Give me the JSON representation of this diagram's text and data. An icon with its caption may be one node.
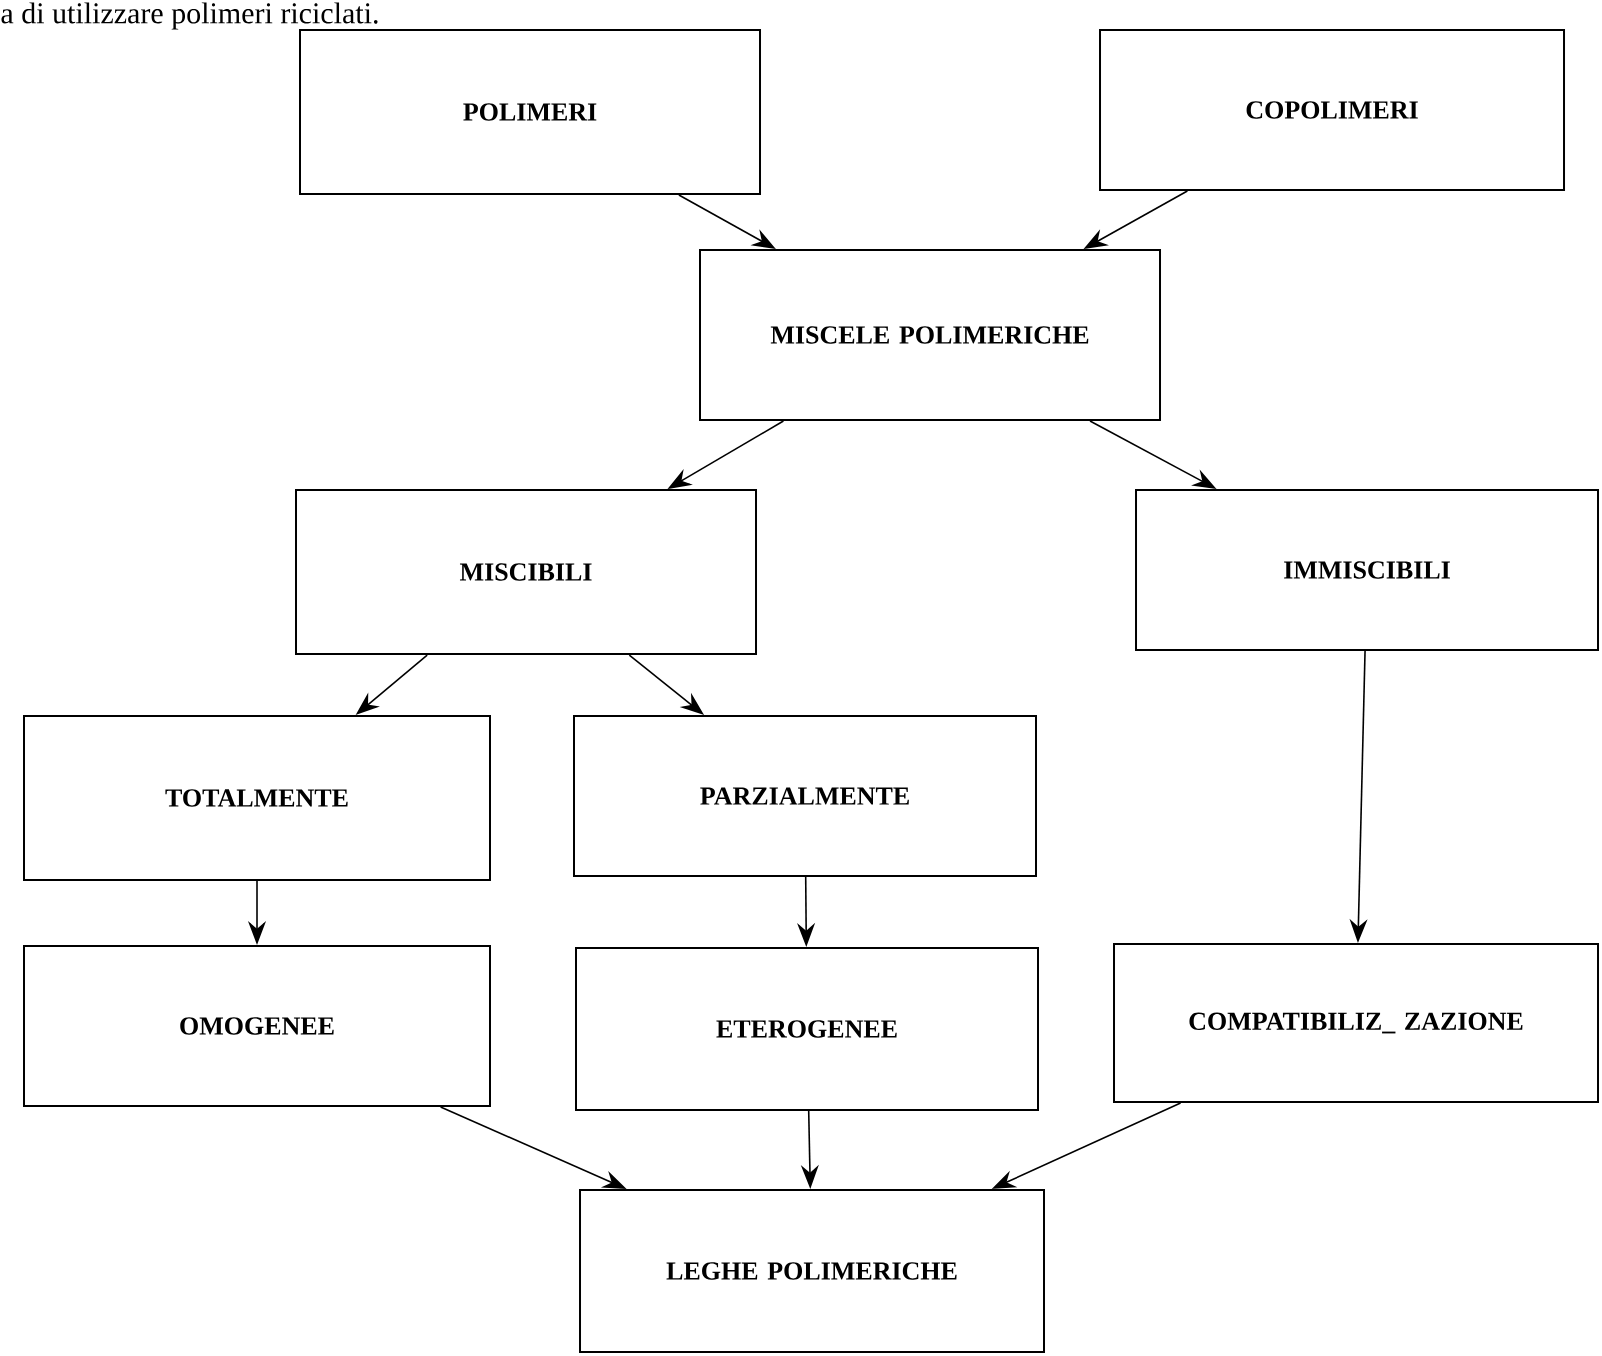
{
  "diagram": {
    "nodes": [
      {
        "text": [
          "POLIMERI"
        ]
      },
      {
        "text": [
          "COPOLIMERI"
        ]
      },
      {
        "text": [
          "MISCELE POLIMERICHE"
        ]
      },
      {
        "text": [
          "MISCIBILI"
        ]
      },
      {
        "text": [
          "IMMISCIBILI"
        ]
      },
      {
        "text": [
          "TOTALMENTE"
        ]
      },
      {
        "text": [
          "PARZIALMENTE"
        ]
      },
      {
        "text": [
          "OMOGENEE"
        ]
      },
      {
        "text": [
          "ETEROGENEE"
        ]
      },
      {
        "text": [
          "COMPATIBILIZ_ ZAZIONE"
        ]
      },
      {
        "text": [
          "LEGHE POLIMERICHE"
        ]
      }
    ],
    "edges": [
      {
        "from": 0,
        "to": 2,
        "arrow": "to"
      },
      {
        "from": 1,
        "to": 2,
        "arrow": "to"
      },
      {
        "from": 2,
        "to": 3,
        "arrow": "to"
      },
      {
        "from": 2,
        "to": 4,
        "arrow": "to"
      },
      {
        "from": 3,
        "to": 5,
        "arrow": "to"
      },
      {
        "from": 3,
        "to": 6,
        "arrow": "to"
      },
      {
        "from": 4,
        "to": 9,
        "arrow": "to"
      },
      {
        "from": 5,
        "to": 7,
        "arrow": "to"
      },
      {
        "from": 6,
        "to": 8,
        "arrow": "to"
      },
      {
        "from": 7,
        "to": 10,
        "arrow": "to"
      },
      {
        "from": 8,
        "to": 10,
        "arrow": "to"
      },
      {
        "from": 9,
        "to": 10,
        "arrow": "to"
      }
    ],
    "labels": [
      "a di utilizzare polimeri riciclati."
    ]
  }
}
